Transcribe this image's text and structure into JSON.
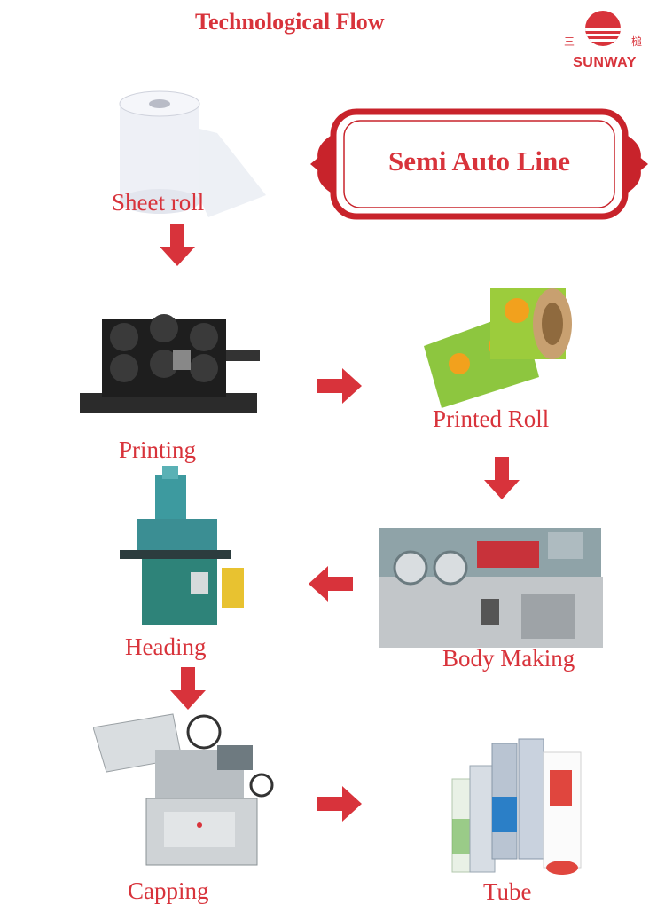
{
  "header": {
    "title": "Technological Flow",
    "logo": {
      "brand": "SUNWAY",
      "cn_left": "三",
      "cn_right": "槌"
    }
  },
  "banner": {
    "label": "Semi Auto Line"
  },
  "steps": [
    {
      "id": "sheet-roll",
      "label": "Sheet roll"
    },
    {
      "id": "printing",
      "label": "Printing"
    },
    {
      "id": "printed-roll",
      "label": "Printed Roll"
    },
    {
      "id": "body-making",
      "label": "Body Making"
    },
    {
      "id": "heading",
      "label": "Heading"
    },
    {
      "id": "capping",
      "label": "Capping"
    },
    {
      "id": "tube",
      "label": "Tube"
    }
  ],
  "colors": {
    "accent": "#d8333b"
  }
}
